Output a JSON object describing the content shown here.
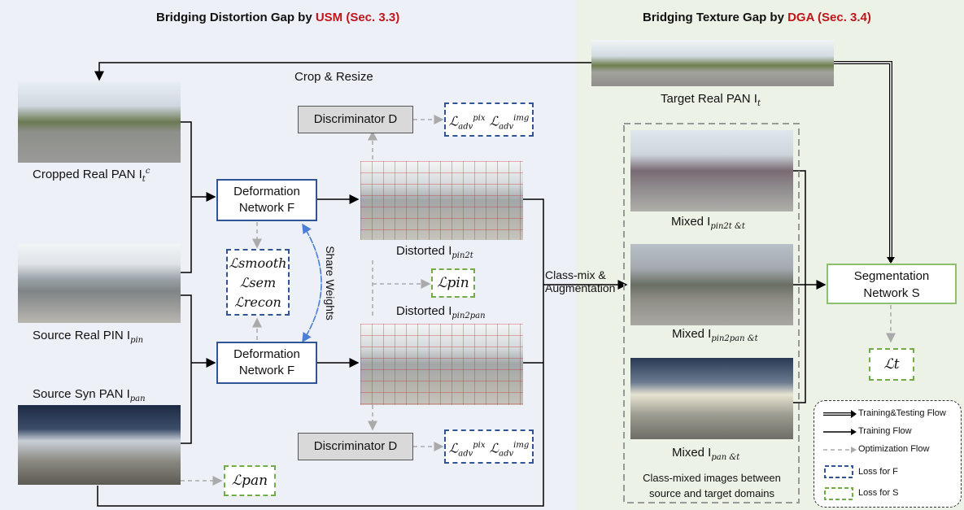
{
  "titles": {
    "left_prefix": "Bridging Distortion Gap by ",
    "left_highlight": "USM (Sec. 3.3)",
    "right_prefix": "Bridging Texture Gap by ",
    "right_highlight": "DGA (Sec. 3.4)"
  },
  "labels": {
    "crop_resize": "Crop & Resize",
    "target_real_pan": "Target Real PAN I",
    "cropped_real_pan": "Cropped Real PAN I",
    "source_real_pin": "Source Real PIN I",
    "source_syn_pan": "Source Syn PAN I",
    "distorted_pin2t": "Distorted I",
    "distorted_pin2pan": "Distorted I",
    "mixed_pin2t": "Mixed I",
    "mixed_pin2pan": "Mixed I",
    "mixed_pan": "Mixed I",
    "class_mix_line1": "Class-mix &",
    "class_mix_line2": "Augmentation",
    "share_weights": "Share Weights",
    "class_mixed_line1": "Class-mixed images between",
    "class_mixed_line2": "source and target domains"
  },
  "subscripts": {
    "t": "t",
    "c": "c",
    "pin": "pin",
    "pan": "pan",
    "pin2t": "pin2t",
    "pin2pan": "pin2pan",
    "pin2t_t": "pin2t &t",
    "pin2pan_t": "pin2pan &t",
    "pan_t": "pan &t"
  },
  "boxes": {
    "deform_line1": "Deformation",
    "deform_line2": "Network F",
    "discriminator": "Discriminator D",
    "seg_line1": "Segmentation",
    "seg_line2": "Network S"
  },
  "losses": {
    "smooth": "ℒsmooth",
    "sem": "ℒsem",
    "recon": "ℒrecon",
    "adv_pix": "ℒ",
    "adv_img": "ℒ",
    "pin": "ℒpin",
    "pan": "ℒpan",
    "t": "ℒt"
  },
  "legend": {
    "train_test": "Training&Testing  Flow",
    "training": "Training Flow",
    "optimization": "Optimization Flow",
    "loss_f": "Loss for F",
    "loss_s": "Loss for S"
  },
  "colors": {
    "highlight": "#c0151a",
    "blue": "#2f5597",
    "green": "#70ad47"
  }
}
